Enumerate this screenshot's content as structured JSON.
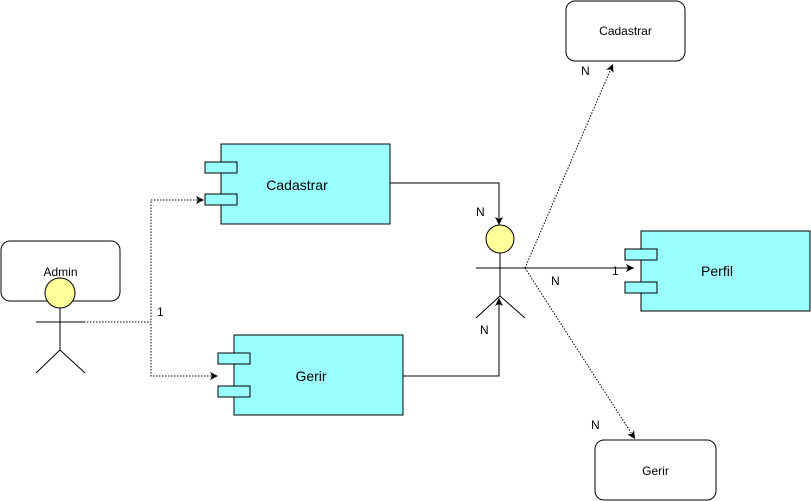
{
  "boxes": {
    "cadastrar_top": "Cadastrar",
    "admin": "Admin",
    "gerir_bottom": "Gerir"
  },
  "components": {
    "cadastrar": "Cadastrar",
    "gerir": "Gerir",
    "perfil": "Perfil"
  },
  "labels": {
    "admin_one": "1",
    "actor_n_top": "N",
    "actor_n_bottom": "N",
    "perfil_n": "N",
    "perfil_one": "1",
    "cadastrar_top_n": "N",
    "gerir_bottom_n": "N"
  },
  "colors": {
    "component_fill": "#99ffff",
    "actor_head": "#ffff99",
    "stroke": "#000000"
  }
}
